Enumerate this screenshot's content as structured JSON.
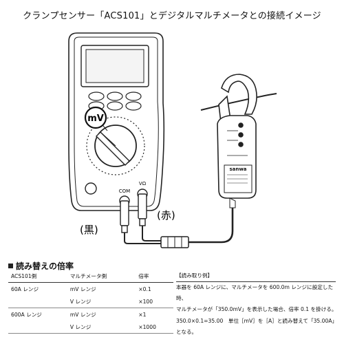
{
  "title": "クランプセンサー「ACS101」とデジタルマルチメータとの接続イメージ",
  "illustration": {
    "meter_button_label": "mV",
    "com_label": "COM",
    "v_label": "VΩ",
    "clamp_brand": "sanwa",
    "black_label": "(黒)",
    "red_label": "(赤)"
  },
  "section": {
    "heading": "読み替えの倍率"
  },
  "ratio_table": {
    "headers": [
      "ACS101側",
      "マルチメータ側",
      "倍率"
    ],
    "rows": [
      {
        "acs": "60A レンジ",
        "meter": "mV レンジ",
        "ratio": "×0.1"
      },
      {
        "acs": "",
        "meter": "V レンジ",
        "ratio": "×100"
      },
      {
        "acs": "600A レンジ",
        "meter": "mV レンジ",
        "ratio": "×1"
      },
      {
        "acs": "",
        "meter": "V レンジ",
        "ratio": "×1000"
      }
    ]
  },
  "example": {
    "heading": "【読み取り例】",
    "lines": [
      "本器を 60A レンジに、マルチメータを 600.0m レンジに設定した時、",
      "マルチメータが「350.0mV」を表示した場合、倍率 0.1 を掛ける。",
      "350.0×0.1=35.00　単位［mV］を［A］と読み替えて「35.00A」となる。"
    ]
  }
}
